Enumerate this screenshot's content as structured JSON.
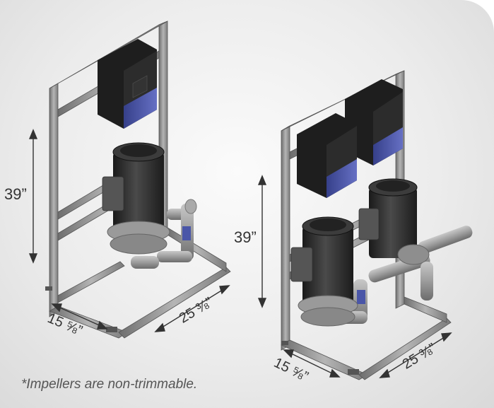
{
  "labels": {
    "height_left": "39”",
    "height_right": "39”",
    "width_left": "15 ⅝”",
    "depth_left": "25 ⅜”",
    "width_right": "15 ⅝”",
    "depth_right": "25 ⅜”"
  },
  "footnote": "*Impellers are non-trimmable.",
  "colors": {
    "background": "#ececec",
    "frame": "#8a8a8a",
    "motor": "#2a2a2a",
    "drive_blue": "#4a56a8",
    "pipe": "#9a9a9a",
    "text": "#333333"
  }
}
